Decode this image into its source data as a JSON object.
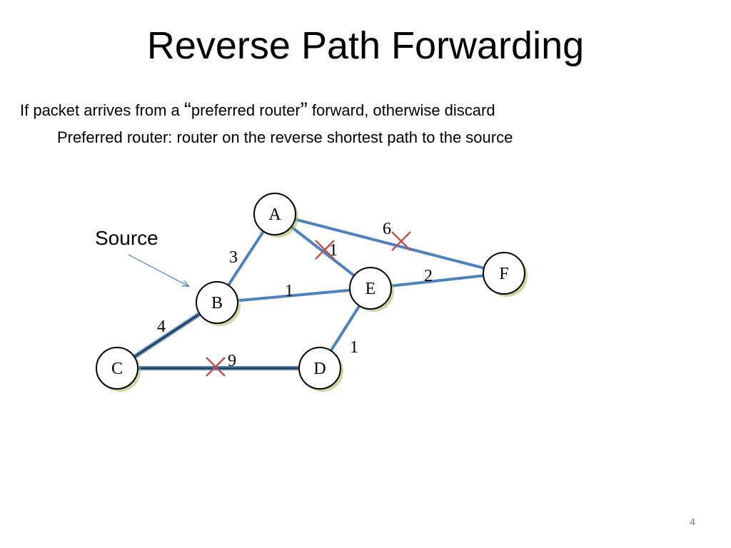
{
  "slide": {
    "title": "Reverse Path Forwarding",
    "bullet1_before": "If packet arrives from a ",
    "open_quote": "“",
    "bullet1_quoted": "preferred router",
    "close_quote": "”",
    "bullet1_after": " forward, otherwise discard",
    "bullet2": "Preferred router: router on the reverse shortest path to the source",
    "source_label": "Source",
    "page_number": "4"
  },
  "graph": {
    "nodes": [
      {
        "id": "A",
        "label": "A"
      },
      {
        "id": "B",
        "label": "B"
      },
      {
        "id": "C",
        "label": "C"
      },
      {
        "id": "D",
        "label": "D"
      },
      {
        "id": "E",
        "label": "E"
      },
      {
        "id": "F",
        "label": "F"
      }
    ],
    "edges": [
      {
        "from": "A",
        "to": "B",
        "weight": "3",
        "discarded": false
      },
      {
        "from": "A",
        "to": "E",
        "weight": "1",
        "discarded": true
      },
      {
        "from": "A",
        "to": "F",
        "weight": "6",
        "discarded": true
      },
      {
        "from": "B",
        "to": "E",
        "weight": "1",
        "discarded": false
      },
      {
        "from": "B",
        "to": "C",
        "weight": "4",
        "discarded": false
      },
      {
        "from": "E",
        "to": "F",
        "weight": "2",
        "discarded": false
      },
      {
        "from": "E",
        "to": "D",
        "weight": "1",
        "discarded": false
      },
      {
        "from": "C",
        "to": "D",
        "weight": "9",
        "discarded": true
      }
    ],
    "source_node": "B",
    "colors": {
      "edge": "#4f81bd",
      "cross_mark": "#c0504d",
      "node_fill": "#ffffff",
      "node_stroke": "#000000",
      "node_shadow": "#9bbb59"
    }
  }
}
